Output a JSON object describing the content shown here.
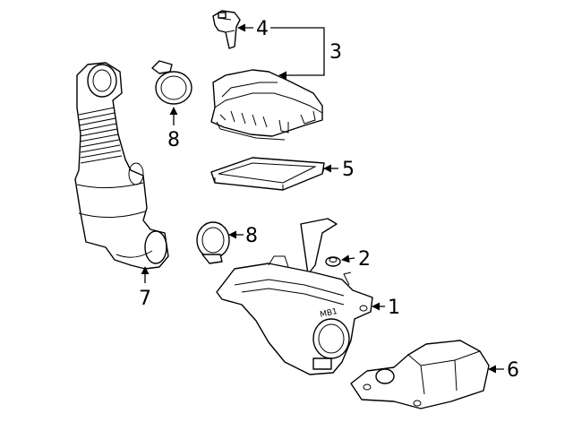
{
  "diagram": {
    "callouts": {
      "c1": "1",
      "c2": "2",
      "c3": "3",
      "c4": "4",
      "c5": "5",
      "c6": "6",
      "c7": "7",
      "c8a": "8",
      "c8b": "8"
    },
    "housing_marking": "MB1"
  }
}
